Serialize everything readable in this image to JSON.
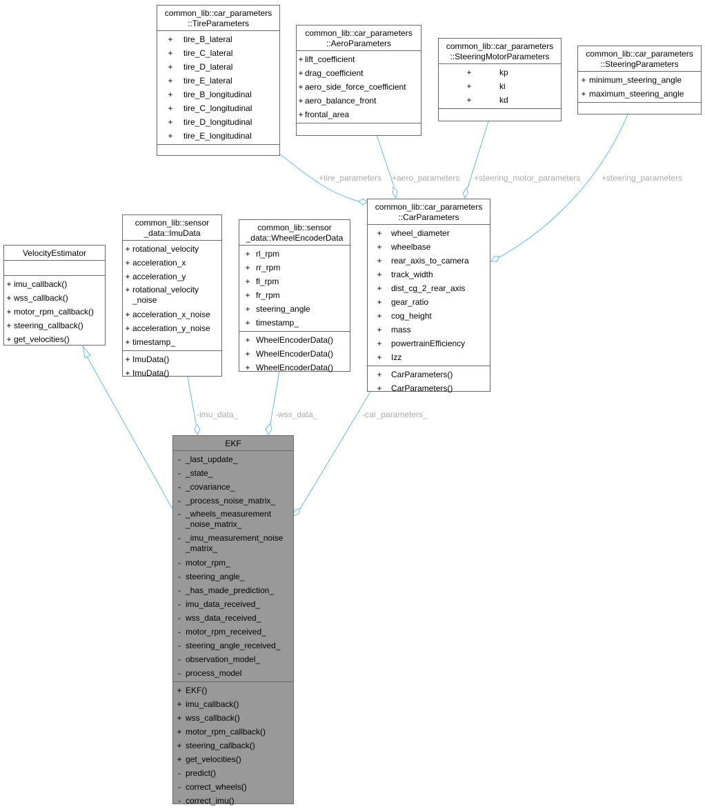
{
  "colors": {
    "edge": "#63b8ff",
    "label": "#aaaaaa",
    "highlight": "#999999",
    "border": "#666666"
  },
  "classes": {
    "tire": {
      "title": [
        "common_lib::car_parameters",
        "::TireParameters"
      ],
      "attributes": [
        {
          "v": "+",
          "n": "tire_B_lateral"
        },
        {
          "v": "+",
          "n": "tire_C_lateral"
        },
        {
          "v": "+",
          "n": "tire_D_lateral"
        },
        {
          "v": "+",
          "n": "tire_E_lateral"
        },
        {
          "v": "+",
          "n": "tire_B_longitudinal"
        },
        {
          "v": "+",
          "n": "tire_C_longitudinal"
        },
        {
          "v": "+",
          "n": "tire_D_longitudinal"
        },
        {
          "v": "+",
          "n": "tire_E_longitudinal"
        }
      ],
      "methods": []
    },
    "aero": {
      "title": [
        "common_lib::car_parameters",
        "::AeroParameters"
      ],
      "attributes": [
        {
          "v": "+",
          "n": "lift_coefficient"
        },
        {
          "v": "+",
          "n": "drag_coefficient"
        },
        {
          "v": "+",
          "n": "aero_side_force_coefficient"
        },
        {
          "v": "+",
          "n": "aero_balance_front"
        },
        {
          "v": "+",
          "n": "frontal_area"
        }
      ],
      "methods": []
    },
    "steermotor": {
      "title": [
        "common_lib::car_parameters",
        "::SteeringMotorParameters"
      ],
      "attributes": [
        {
          "v": "+",
          "n": "kp"
        },
        {
          "v": "+",
          "n": "ki"
        },
        {
          "v": "+",
          "n": "kd"
        }
      ],
      "methods": []
    },
    "steering": {
      "title": [
        "common_lib::car_parameters",
        "::SteeringParameters"
      ],
      "attributes": [
        {
          "v": "+",
          "n": "minimum_steering_angle"
        },
        {
          "v": "+",
          "n": "maximum_steering_angle"
        }
      ],
      "methods": []
    },
    "car": {
      "title": [
        "common_lib::car_parameters",
        "::CarParameters"
      ],
      "attributes": [
        {
          "v": "+",
          "n": "wheel_diameter"
        },
        {
          "v": "+",
          "n": "wheelbase"
        },
        {
          "v": "+",
          "n": "rear_axis_to_camera"
        },
        {
          "v": "+",
          "n": "track_width"
        },
        {
          "v": "+",
          "n": "dist_cg_2_rear_axis"
        },
        {
          "v": "+",
          "n": "gear_ratio"
        },
        {
          "v": "+",
          "n": "cog_height"
        },
        {
          "v": "+",
          "n": "mass"
        },
        {
          "v": "+",
          "n": "powertrainEfficiency"
        },
        {
          "v": "+",
          "n": "Izz"
        }
      ],
      "methods": [
        {
          "v": "+",
          "n": "CarParameters()"
        },
        {
          "v": "+",
          "n": "CarParameters()"
        }
      ]
    },
    "imu": {
      "title": [
        "common_lib::sensor",
        "_data::ImuData"
      ],
      "attributes": [
        {
          "v": "+",
          "n": "rotational_velocity"
        },
        {
          "v": "+",
          "n": "acceleration_x"
        },
        {
          "v": "+",
          "n": "acceleration_y"
        },
        {
          "v": "+",
          "n": [
            "rotational_velocity",
            "_noise"
          ]
        },
        {
          "v": "+",
          "n": "acceleration_x_noise"
        },
        {
          "v": "+",
          "n": "acceleration_y_noise"
        },
        {
          "v": "+",
          "n": "timestamp_"
        }
      ],
      "methods": [
        {
          "v": "+",
          "n": "ImuData()"
        },
        {
          "v": "+",
          "n": "ImuData()"
        }
      ]
    },
    "wheel": {
      "title": [
        "common_lib::sensor",
        "_data::WheelEncoderData"
      ],
      "attributes": [
        {
          "v": "+",
          "n": "rl_rpm"
        },
        {
          "v": "+",
          "n": "rr_rpm"
        },
        {
          "v": "+",
          "n": "fl_rpm"
        },
        {
          "v": "+",
          "n": "fr_rpm"
        },
        {
          "v": "+",
          "n": "steering_angle"
        },
        {
          "v": "+",
          "n": "timestamp_"
        }
      ],
      "methods": [
        {
          "v": "+",
          "n": "WheelEncoderData()"
        },
        {
          "v": "+",
          "n": "WheelEncoderData()"
        },
        {
          "v": "+",
          "n": "WheelEncoderData()"
        }
      ]
    },
    "velocity": {
      "title": [
        "VelocityEstimator"
      ],
      "attributes": [],
      "methods": [
        {
          "v": "+",
          "n": "imu_callback()"
        },
        {
          "v": "+",
          "n": "wss_callback()"
        },
        {
          "v": "+",
          "n": "motor_rpm_callback()"
        },
        {
          "v": "+",
          "n": "steering_callback()"
        },
        {
          "v": "+",
          "n": "get_velocities()"
        }
      ]
    },
    "ekf": {
      "title": [
        "EKF"
      ],
      "attributes": [
        {
          "v": "-",
          "n": "_last_update_"
        },
        {
          "v": "-",
          "n": "_state_"
        },
        {
          "v": "-",
          "n": "_covariance_"
        },
        {
          "v": "-",
          "n": "_process_noise_matrix_"
        },
        {
          "v": "-",
          "n": [
            "_wheels_measurement",
            "_noise_matrix_"
          ]
        },
        {
          "v": "-",
          "n": [
            "_imu_measurement_noise",
            "_matrix_"
          ]
        },
        {
          "v": "-",
          "n": "motor_rpm_"
        },
        {
          "v": "-",
          "n": "steering_angle_"
        },
        {
          "v": "-",
          "n": "_has_made_prediction_"
        },
        {
          "v": "-",
          "n": "imu_data_received_"
        },
        {
          "v": "-",
          "n": "wss_data_received_"
        },
        {
          "v": "-",
          "n": "motor_rpm_received_"
        },
        {
          "v": "-",
          "n": "steering_angle_received_"
        },
        {
          "v": "-",
          "n": "observation_model_"
        },
        {
          "v": "-",
          "n": "process_model"
        }
      ],
      "methods": [
        {
          "v": "+",
          "n": "EKF()"
        },
        {
          "v": "+",
          "n": "imu_callback()"
        },
        {
          "v": "+",
          "n": "wss_callback()"
        },
        {
          "v": "+",
          "n": "motor_rpm_callback()"
        },
        {
          "v": "+",
          "n": "steering_callback()"
        },
        {
          "v": "+",
          "n": "get_velocities()"
        },
        {
          "v": "-",
          "n": "predict()"
        },
        {
          "v": "-",
          "n": "correct_wheels()"
        },
        {
          "v": "-",
          "n": "correct_imu()"
        }
      ]
    }
  },
  "edges": {
    "tire_parameters": "+tire_parameters",
    "aero_parameters": "+aero_parameters",
    "steering_motor_parameters": "+steering_motor_parameters",
    "steering_parameters": "+steering_parameters",
    "imu_data": "-imu_data_",
    "wss_data": "-wss_data_",
    "car_parameters": "-car_parameters_"
  }
}
